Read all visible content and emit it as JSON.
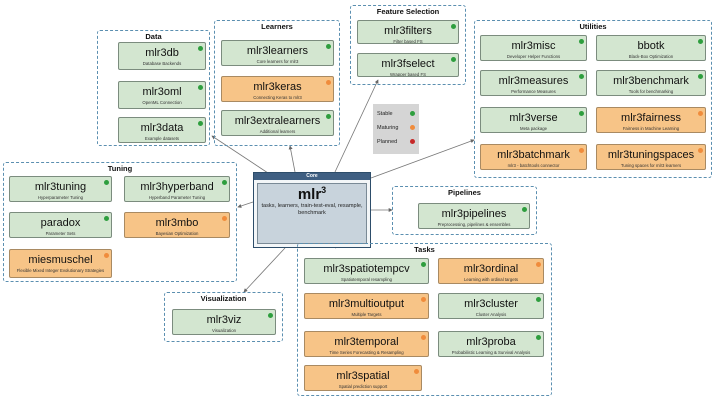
{
  "legend": {
    "stable_label": "Stable",
    "maturing_label": "Maturing",
    "planned_label": "Planned"
  },
  "colors": {
    "stable_fill": "#d3e6d0",
    "maturing_fill": "#f7c487",
    "stable_dot": "#2e9e3e",
    "maturing_dot": "#f08c3c",
    "planned_dot": "#c62828",
    "group_border": "#5b8fb0",
    "core_header": "#3f5f82"
  },
  "core": {
    "header": "Core",
    "name": "mlr",
    "sup": "3",
    "desc": "tasks, learners, train-test-eval, resample, benchmark"
  },
  "groups": {
    "data": {
      "title": "Data",
      "pkgs": [
        {
          "name": "mlr3db",
          "desc": "Database Backends",
          "status": "stable"
        },
        {
          "name": "mlr3oml",
          "desc": "OpenML Connection",
          "status": "stable"
        },
        {
          "name": "mlr3data",
          "desc": "Example datasets",
          "status": "stable"
        }
      ]
    },
    "learners": {
      "title": "Learners",
      "pkgs": [
        {
          "name": "mlr3learners",
          "desc": "Core learners for mlr3",
          "status": "stable"
        },
        {
          "name": "mlr3keras",
          "desc": "Connecting Keras to mlr3",
          "status": "maturing"
        },
        {
          "name": "mlr3extralearners",
          "desc": "Additional learners",
          "status": "stable"
        }
      ]
    },
    "featsel": {
      "title": "Feature Selection",
      "pkgs": [
        {
          "name": "mlr3filters",
          "desc": "Filter based FS",
          "status": "stable"
        },
        {
          "name": "mlr3fselect",
          "desc": "Wrapper based FS",
          "status": "stable"
        }
      ]
    },
    "utilities": {
      "title": "Utilities",
      "pkgs": [
        {
          "name": "mlr3misc",
          "desc": "Developer Helper Functions",
          "status": "stable"
        },
        {
          "name": "bbotk",
          "desc": "Black-Box Optimization",
          "status": "stable"
        },
        {
          "name": "mlr3measures",
          "desc": "Performance Measures",
          "status": "stable"
        },
        {
          "name": "mlr3benchmark",
          "desc": "Tools for benchmarking",
          "status": "stable"
        },
        {
          "name": "mlr3verse",
          "desc": "Meta package",
          "status": "stable"
        },
        {
          "name": "mlr3fairness",
          "desc": "Fairness in Machine Learning",
          "status": "maturing"
        },
        {
          "name": "mlr3batchmark",
          "desc": "mlr3 - batchtools connector",
          "status": "maturing"
        },
        {
          "name": "mlr3tuningspaces",
          "desc": "Tuning spaces for mlr3 learners",
          "status": "maturing"
        }
      ]
    },
    "tuning": {
      "title": "Tuning",
      "pkgs": [
        {
          "name": "mlr3tuning",
          "desc": "Hyperparameter Tuning",
          "status": "stable"
        },
        {
          "name": "mlr3hyperband",
          "desc": "Hyperband Parameter Tuning",
          "status": "stable"
        },
        {
          "name": "paradox",
          "desc": "Parameter Sets",
          "status": "stable"
        },
        {
          "name": "mlr3mbo",
          "desc": "Bayesian Optimization",
          "status": "maturing"
        },
        {
          "name": "miesmuschel",
          "desc": "Flexible Mixed Integer Evolutionary Strategies",
          "status": "maturing"
        }
      ]
    },
    "pipelines": {
      "title": "Pipelines",
      "pkgs": [
        {
          "name": "mlr3pipelines",
          "desc": "Preprocessing, pipelines & ensembles",
          "status": "stable"
        }
      ]
    },
    "tasks": {
      "title": "Tasks",
      "pkgs": [
        {
          "name": "mlr3spatiotempcv",
          "desc": "Spatiotemporal resampling",
          "status": "stable"
        },
        {
          "name": "mlr3ordinal",
          "desc": "Learning with ordinal targets",
          "status": "maturing"
        },
        {
          "name": "mlr3multioutput",
          "desc": "Multiple Targets",
          "status": "maturing"
        },
        {
          "name": "mlr3cluster",
          "desc": "Cluster Analysis",
          "status": "stable"
        },
        {
          "name": "mlr3temporal",
          "desc": "Time Series Forecasting & Resampling",
          "status": "maturing"
        },
        {
          "name": "mlr3proba",
          "desc": "Probabilistic Learning & Survival Analysis",
          "status": "stable"
        },
        {
          "name": "mlr3spatial",
          "desc": "Spatial prediction support",
          "status": "maturing"
        }
      ]
    },
    "visualization": {
      "title": "Visualization",
      "pkgs": [
        {
          "name": "mlr3viz",
          "desc": "Visualization",
          "status": "stable"
        }
      ]
    }
  }
}
